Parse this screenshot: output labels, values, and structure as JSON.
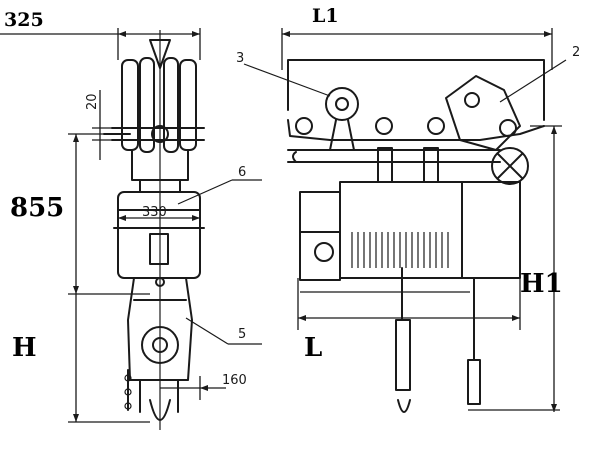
{
  "dimensions": {
    "width_325": "325",
    "height_855": "855",
    "height_H": "H",
    "offset_20": "20",
    "width_330": "330",
    "offset_160": "160",
    "length_L1": "L1",
    "length_L": "L",
    "height_H1": "H1"
  },
  "callouts": {
    "part_2": "2",
    "part_3": "3",
    "part_5": "5",
    "part_6": "6"
  }
}
